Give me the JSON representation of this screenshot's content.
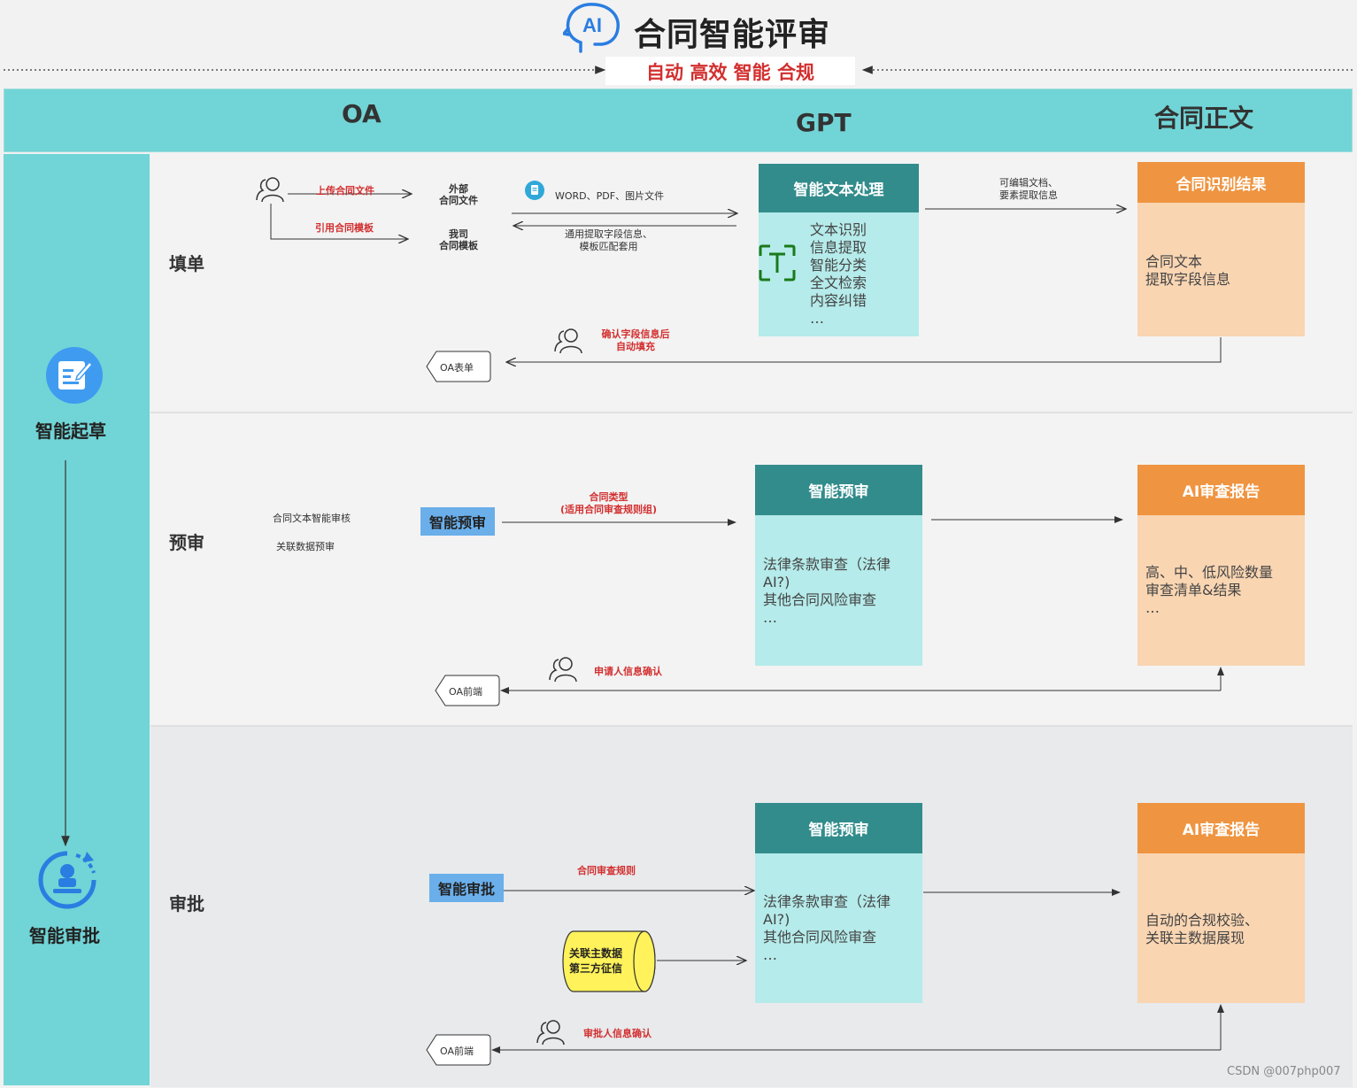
{
  "header": {
    "logo_text": "AI",
    "title": "合同智能评审",
    "subtitle": "自动 高效 智能 合规"
  },
  "columns": {
    "oa": "OA",
    "gpt": "GPT",
    "contract": "合同正文"
  },
  "sidebar": {
    "draft_label": "智能起草",
    "approve_label": "智能审批"
  },
  "lanes": {
    "fill": {
      "label": "填单",
      "upload_label": "上传合同文件",
      "template_label": "引用合同模板",
      "external_doc": "外部\n合同文件",
      "our_template": "我司\n合同模板",
      "file_types": "WORD、PDF、图片文件",
      "return_label": "通用提取字段信息、\n模板匹配套用",
      "gpt_box_title": "智能文本处理",
      "gpt_box_items": "文本识别\n信息提取\n智能分类\n全文检索\n内容纠错\n…",
      "to_result_label": "可编辑文档、\n要素提取信息",
      "result_title": "合同识别结果",
      "result_body": "合同文本\n提取字段信息",
      "confirm_label": "确认字段信息后\n自动填充",
      "oa_form": "OA表单"
    },
    "prereview": {
      "label": "预审",
      "text1": "合同文本智能审核",
      "text2": "关联数据预审",
      "tag": "智能预审",
      "arrow_label": "合同类型\n(适用合同审查规则组)",
      "gpt_box_title": "智能预审",
      "gpt_box_body": "法律条款审查（法律\nAI?)\n其他合同风险审查\n…",
      "report_title": "AI审查报告",
      "report_body": "高、中、低风险数量\n审查清单&结果\n…",
      "confirm_label": "申请人信息确认",
      "oa_front": "OA前端"
    },
    "approve": {
      "label": "审批",
      "tag": "智能审批",
      "arrow_label": "合同审查规则",
      "cylinder": "关联主数据\n第三方征信",
      "gpt_box_title": "智能预审",
      "gpt_box_body": "法律条款审查（法律\nAI?)\n其他合同风险审查\n…",
      "report_title": "AI审查报告",
      "report_body": "自动的合规校验、\n关联主数据展现",
      "confirm_label": "审批人信息确认",
      "oa_front": "OA前端"
    }
  },
  "watermark": "CSDN @007php007",
  "colors": {
    "teal_band": "#71d4d6",
    "teal_head": "#338c8c",
    "teal_body": "#b5ebea",
    "orange_head": "#ef9440",
    "orange_body": "#f9d5b2",
    "red": "#d32f2f",
    "blue_tag": "#6aaeea",
    "cylinder": "#fff25a"
  }
}
